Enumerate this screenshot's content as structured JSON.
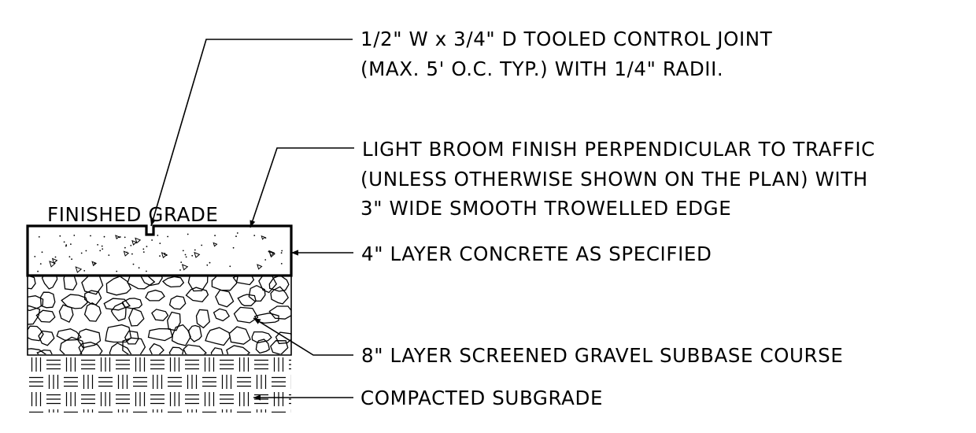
{
  "drawing": {
    "callouts": {
      "control_joint": {
        "line1": "1/2\" W x 3/4\" D TOOLED CONTROL JOINT",
        "line2": "(MAX. 5' O.C. TYP.) WITH 1/4\" RADII."
      },
      "broom_finish": {
        "line1": "LIGHT BROOM FINISH PERPENDICULAR TO TRAFFIC",
        "line2": "(UNLESS OTHERWISE SHOWN ON THE PLAN) WITH",
        "line3": "3\" WIDE SMOOTH TROWELLED EDGE"
      },
      "concrete": "4\" LAYER CONCRETE AS SPECIFIED",
      "gravel": "8\" LAYER SCREENED GRAVEL SUBBASE COURSE",
      "subgrade": "COMPACTED SUBGRADE"
    },
    "finished_grade": "FINISHED GRADE"
  }
}
